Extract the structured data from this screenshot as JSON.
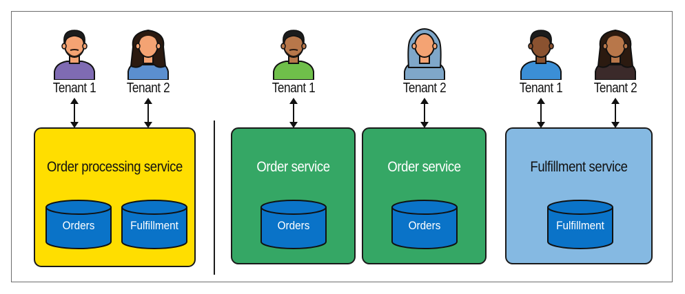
{
  "tenants": [
    {
      "id": "t1a",
      "label": "Tenant 1",
      "skin": "#f4a373",
      "hair": "#1c1c1c",
      "shirt": "#7f6bb3",
      "beard": true,
      "longhair": false,
      "hijab": false
    },
    {
      "id": "t2a",
      "label": "Tenant 2",
      "skin": "#f4a373",
      "hair": "#2b1a10",
      "shirt": "#5b8fcf",
      "beard": false,
      "longhair": true,
      "hijab": false
    },
    {
      "id": "t1b",
      "label": "Tenant 1",
      "skin": "#b8774a",
      "hair": "#1c1c1c",
      "shirt": "#6fbf4a",
      "beard": true,
      "longhair": false,
      "hijab": false
    },
    {
      "id": "t2b",
      "label": "Tenant 2",
      "skin": "#f4a373",
      "hair": "#7fa7c9",
      "shirt": "#7fa7c9",
      "beard": false,
      "longhair": false,
      "hijab": true
    },
    {
      "id": "t1c",
      "label": "Tenant 1",
      "skin": "#8a5230",
      "hair": "#1c1c1c",
      "shirt": "#3b8fd6",
      "beard": false,
      "longhair": false,
      "hijab": false
    },
    {
      "id": "t2c",
      "label": "Tenant 2",
      "skin": "#b8774a",
      "hair": "#2b1a10",
      "shirt": "#3b2a2a",
      "beard": false,
      "longhair": true,
      "hijab": false
    }
  ],
  "services": [
    {
      "title": "Order processing service",
      "color": "#ffde00",
      "text_color": "#111111",
      "databases": [
        "Orders",
        "Fulfillment"
      ]
    },
    {
      "title": "Order service",
      "color": "#35a765",
      "text_color": "#ffffff",
      "databases": [
        "Orders"
      ]
    },
    {
      "title": "Order service",
      "color": "#35a765",
      "text_color": "#ffffff",
      "databases": [
        "Orders"
      ]
    },
    {
      "title": "Fulfillment service",
      "color": "#85b9e2",
      "text_color": "#111111",
      "databases": [
        "Fulfillment"
      ]
    }
  ],
  "db_color": "#0a73c8"
}
